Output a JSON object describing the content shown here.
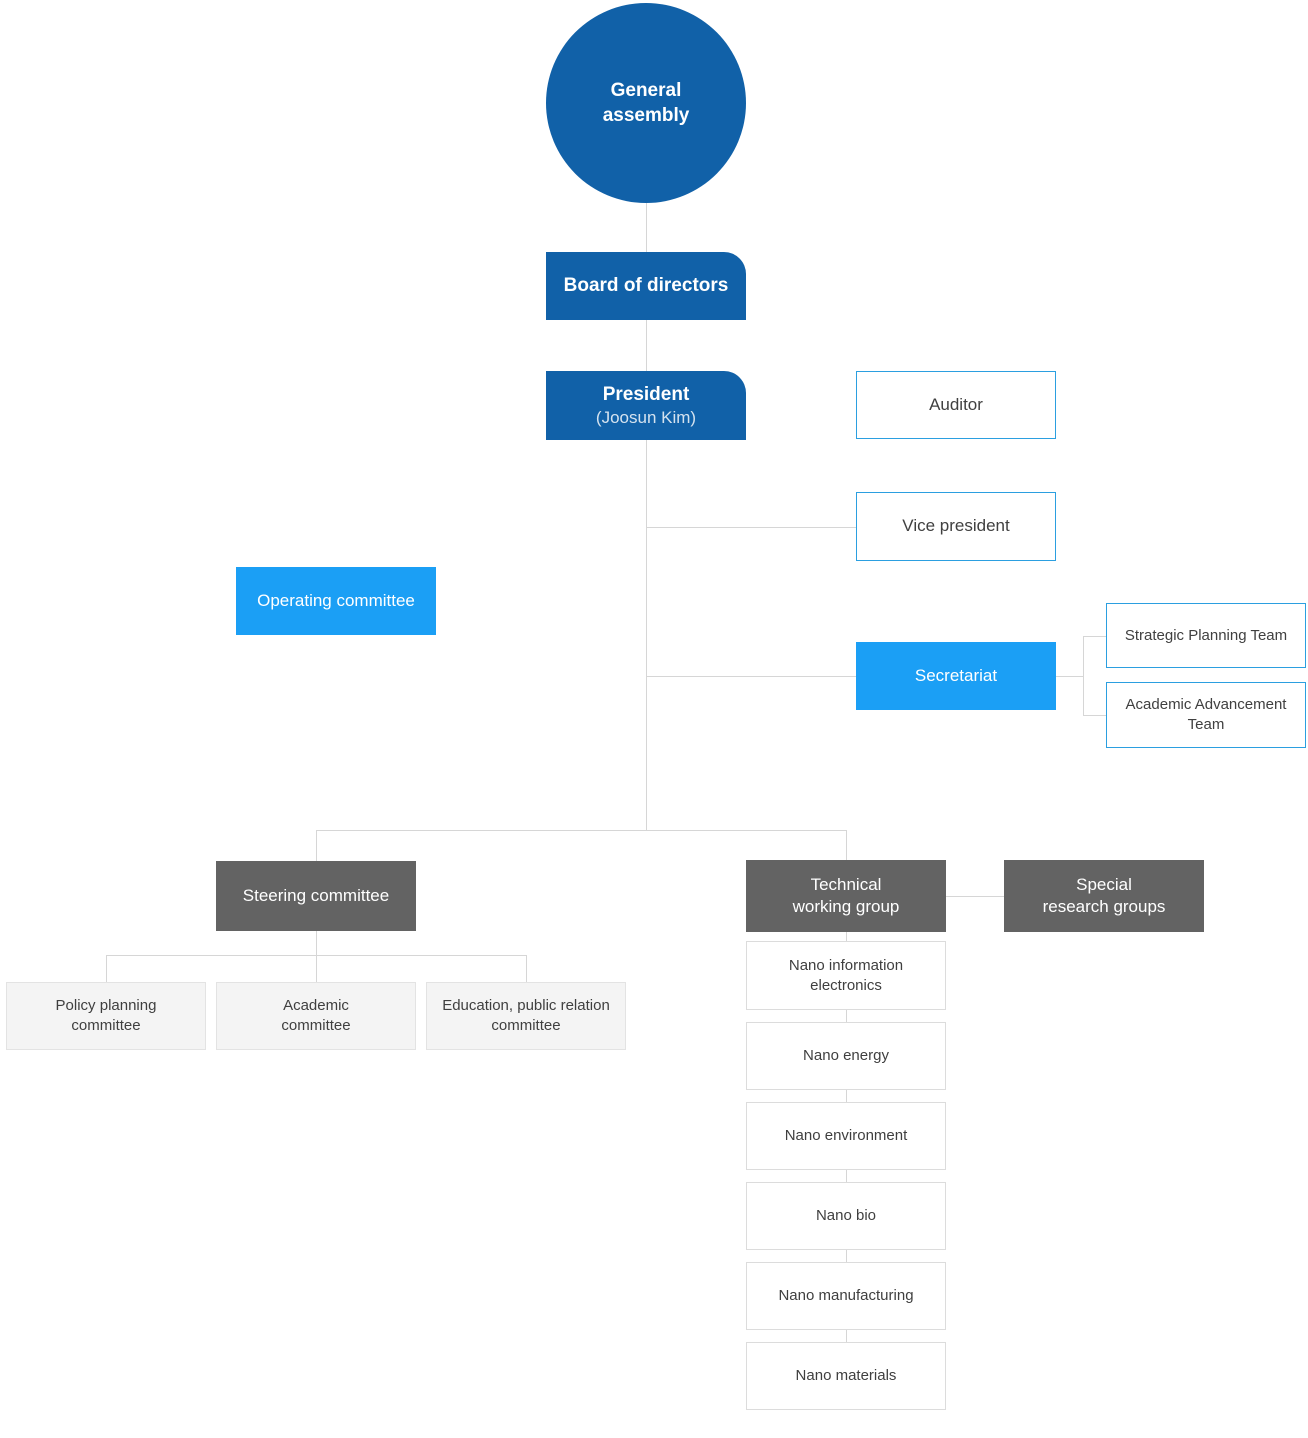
{
  "title": "Organization chart",
  "colors": {
    "dark_blue": "#1161a8",
    "light_blue_fill": "#1b9ff5",
    "blue_border": "#2b9fe0",
    "dark_gray_fill": "#636363",
    "light_gray_fill": "#f4f4f4",
    "light_gray_border": "#e3e3e3",
    "nano_border": "#dcdcdc",
    "connector_line": "#d6d6d6",
    "text_dark": "#404040",
    "text_white": "#ffffff"
  },
  "nodes": {
    "general_assembly": "General\nassembly",
    "board_of_directors": "Board of directors",
    "president": "President",
    "president_sub": "(Joosun Kim)",
    "auditor": "Auditor",
    "vice_president": "Vice president",
    "operating_committee": "Operating committee",
    "secretariat": "Secretariat",
    "strategic_planning_team": "Strategic Planning Team",
    "academic_advancement_team": "Academic Advancement\nTeam",
    "steering_committee": "Steering committee",
    "technical_working_group": "Technical\nworking group",
    "special_research_groups": "Special\nresearch groups",
    "policy_planning_committee": "Policy planning\ncommittee",
    "academic_committee": "Academic\ncommittee",
    "education_pr_committee": "Education, public relation\ncommittee",
    "nano_groups": [
      "Nano information\nelectronics",
      "Nano energy",
      "Nano environment",
      "Nano bio",
      "Nano manufacturing",
      "Nano materials"
    ]
  }
}
